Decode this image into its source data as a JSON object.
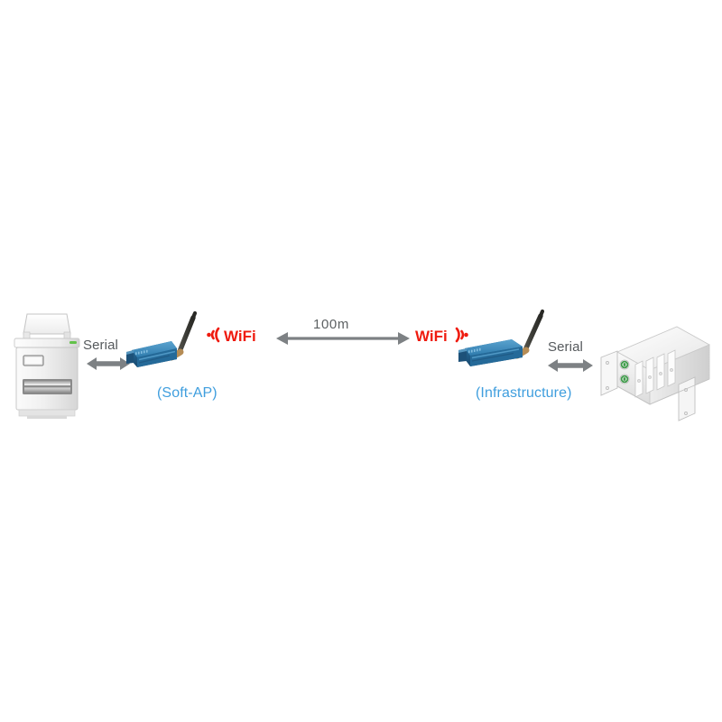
{
  "diagram": {
    "type": "network-topology",
    "background_color": "#ffffff",
    "nodes": [
      {
        "id": "printer",
        "name": "printer",
        "icon": "printer-icon",
        "label": ""
      },
      {
        "id": "adapter_left",
        "name": "wifi-serial-adapter",
        "icon": "wifi-adapter-icon",
        "label": "(Soft-AP)"
      },
      {
        "id": "adapter_right",
        "name": "wifi-serial-adapter",
        "icon": "wifi-adapter-icon",
        "label": "(Infrastructure)"
      },
      {
        "id": "server",
        "name": "rack-server",
        "icon": "rack-server-icon",
        "label": ""
      }
    ],
    "links": [
      {
        "id": "serial_left",
        "label": "Serial",
        "style": "double-arrow"
      },
      {
        "id": "wireless",
        "label": "100m",
        "style": "double-arrow"
      },
      {
        "id": "serial_right",
        "label": "Serial",
        "style": "double-arrow"
      }
    ],
    "wireless_markers": [
      {
        "id": "wifi_left",
        "label": "WiFi",
        "arcs_side": "left",
        "color": "#ef1b0f"
      },
      {
        "id": "wifi_right",
        "label": "WiFi",
        "arcs_side": "right",
        "color": "#ef1b0f"
      }
    ],
    "colors": {
      "wifi_red": "#ef1b0f",
      "mode_blue": "#3f9ede",
      "arrow_gray": "#7d8184",
      "serial_text": "#55595c",
      "distance_text": "#5d6163",
      "adapter_blue": "#2b6ea0",
      "adapter_blue_dark": "#1d5179",
      "adapter_blue_light": "#4a94c4",
      "antenna_dark": "#3b3b36",
      "antenna_gold": "#b58c55",
      "device_white": "#f4f4f4",
      "device_gray": "#d8d8d8",
      "port_green": "#3f9a4a"
    }
  },
  "labels": {
    "serial_left": "Serial",
    "serial_right": "Serial",
    "distance": "100m",
    "wifi_left": "WiFi",
    "wifi_right": "WiFi",
    "mode_left": "(Soft-AP)",
    "mode_right": "(Infrastructure)"
  }
}
